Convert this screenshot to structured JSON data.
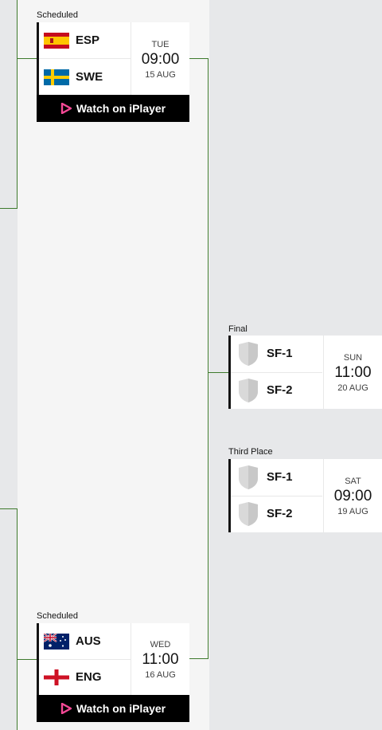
{
  "matches": {
    "sf1": {
      "status": "Scheduled",
      "home": {
        "code": "ESP",
        "flag_icon": "spain-flag-icon"
      },
      "away": {
        "code": "SWE",
        "flag_icon": "sweden-flag-icon"
      },
      "day": "TUE",
      "time": "09:00",
      "date": "15 AUG",
      "watch_label": "Watch on iPlayer"
    },
    "sf2": {
      "status": "Scheduled",
      "home": {
        "code": "AUS",
        "flag_icon": "australia-flag-icon"
      },
      "away": {
        "code": "ENG",
        "flag_icon": "england-flag-icon"
      },
      "day": "WED",
      "time": "11:00",
      "date": "16 AUG",
      "watch_label": "Watch on iPlayer"
    },
    "final": {
      "label": "Final",
      "home": {
        "code": "SF-1",
        "icon": "shield-icon"
      },
      "away": {
        "code": "SF-2",
        "icon": "shield-icon"
      },
      "day": "SUN",
      "time": "11:00",
      "date": "20 AUG"
    },
    "third": {
      "label": "Third Place",
      "home": {
        "code": "SF-1",
        "icon": "shield-icon"
      },
      "away": {
        "code": "SF-2",
        "icon": "shield-icon"
      },
      "day": "SAT",
      "time": "09:00",
      "date": "19 AUG"
    }
  },
  "colors": {
    "bracket_line": "#3e7a2d",
    "card_accent": "#141414",
    "watch_bg": "#000000",
    "iplayer_icon": "#f54996"
  }
}
